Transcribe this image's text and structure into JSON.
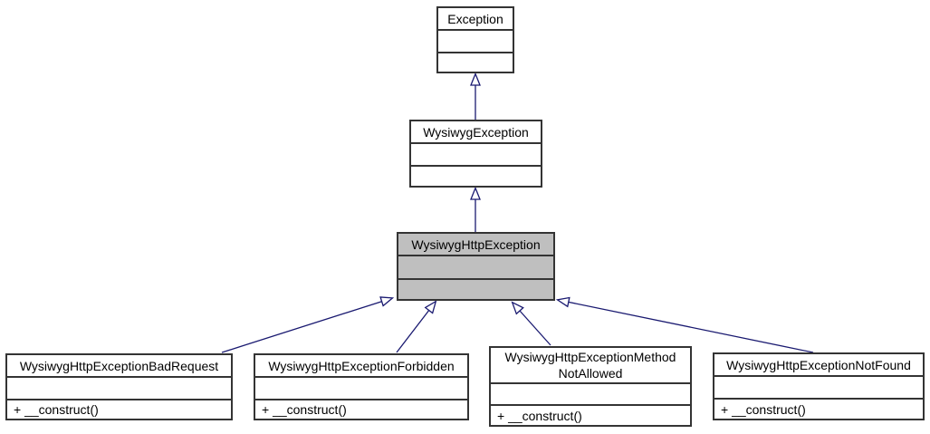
{
  "diagram_type": "uml-class-inheritance",
  "colors": {
    "arrow": "#191970",
    "highlight_fill": "#bfbfbf",
    "node_fill": "#ffffff",
    "border": "#343434"
  },
  "nodes": {
    "exception": {
      "title": "Exception",
      "attributes": "",
      "methods": ""
    },
    "wysiwyg_exception": {
      "title": "WysiwygException",
      "attributes": "",
      "methods": ""
    },
    "wysiwyg_http_exception": {
      "title": "WysiwygHttpException",
      "attributes": "",
      "methods": ""
    },
    "bad_request": {
      "title": "WysiwygHttpExceptionBadRequest",
      "attributes": "",
      "methods": "+ __construct()"
    },
    "forbidden": {
      "title": "WysiwygHttpExceptionForbidden",
      "attributes": "",
      "methods": "+ __construct()"
    },
    "method_not_allowed": {
      "title": "WysiwygHttpExceptionMethod NotAllowed",
      "attributes": "",
      "methods": "+ __construct()"
    },
    "not_found": {
      "title": "WysiwygHttpExceptionNotFound",
      "attributes": "",
      "methods": "+ __construct()"
    }
  },
  "edges": [
    {
      "from": "WysiwygException",
      "to": "Exception",
      "type": "inheritance"
    },
    {
      "from": "WysiwygHttpException",
      "to": "WysiwygException",
      "type": "inheritance"
    },
    {
      "from": "WysiwygHttpExceptionBadRequest",
      "to": "WysiwygHttpException",
      "type": "inheritance"
    },
    {
      "from": "WysiwygHttpExceptionForbidden",
      "to": "WysiwygHttpException",
      "type": "inheritance"
    },
    {
      "from": "WysiwygHttpExceptionMethodNotAllowed",
      "to": "WysiwygHttpException",
      "type": "inheritance"
    },
    {
      "from": "WysiwygHttpExceptionNotFound",
      "to": "WysiwygHttpException",
      "type": "inheritance"
    }
  ]
}
